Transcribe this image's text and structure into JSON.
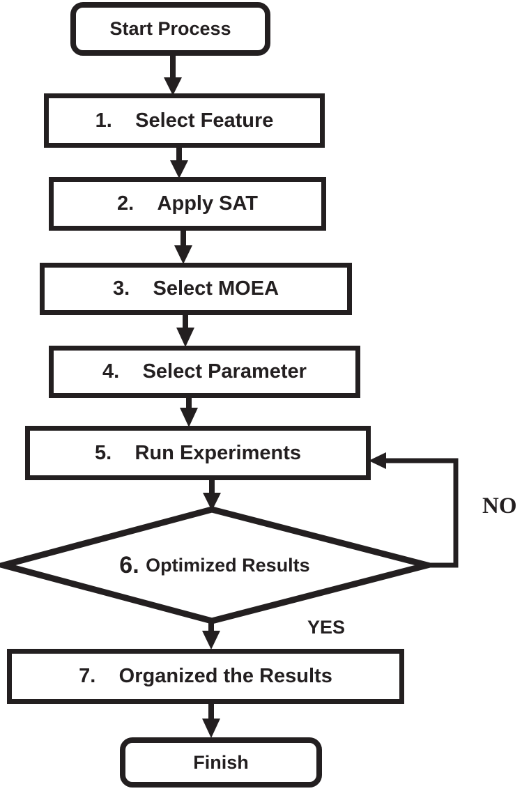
{
  "diagram": {
    "title_hint": "process flowchart",
    "colors": {
      "ink": "#231f20",
      "background": "#ffffff"
    },
    "nodes": {
      "start": {
        "label": "Start Process"
      },
      "step1": {
        "number": "1.",
        "title": "Select Feature"
      },
      "step2": {
        "number": "2.",
        "title": "Apply SAT"
      },
      "step3": {
        "number": "3.",
        "title": "Select MOEA"
      },
      "step4": {
        "number": "4.",
        "title": "Select Parameter"
      },
      "step5": {
        "number": "5.",
        "title": "Run Experiments"
      },
      "decision": {
        "number": "6.",
        "title": "Optimized Results"
      },
      "step7": {
        "number": "7.",
        "title": "Organized the Results"
      },
      "finish": {
        "label": "Finish"
      }
    },
    "edge_labels": {
      "no": "NO",
      "yes": "YES"
    }
  }
}
